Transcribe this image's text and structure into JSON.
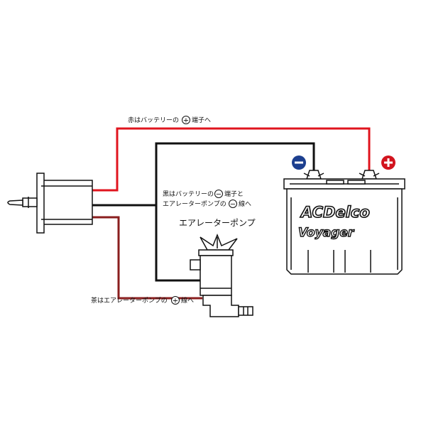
{
  "labels": {
    "red_a": "赤はバッテリーの",
    "red_b": "端子へ",
    "black_l1_a": "黒はバッテリーの",
    "black_l1_b": "端子と",
    "black_l2_a": "エアレーターポンプの",
    "black_l2_b": "線へ",
    "pump_title": "エアレーターポンプ",
    "brown_a": "茶はエアレーターポンプの",
    "brown_b": "線へ",
    "plus_sign": "+",
    "minus_sign": "−"
  },
  "battery": {
    "brand": "ACDelco",
    "model": "Voyager"
  },
  "colors": {
    "red_wire": "#e0141e",
    "brown_wire": "#8a1e1e",
    "black_wire": "#111111",
    "negative_badge": "#1c3f8f",
    "positive_badge": "#d2141e"
  }
}
